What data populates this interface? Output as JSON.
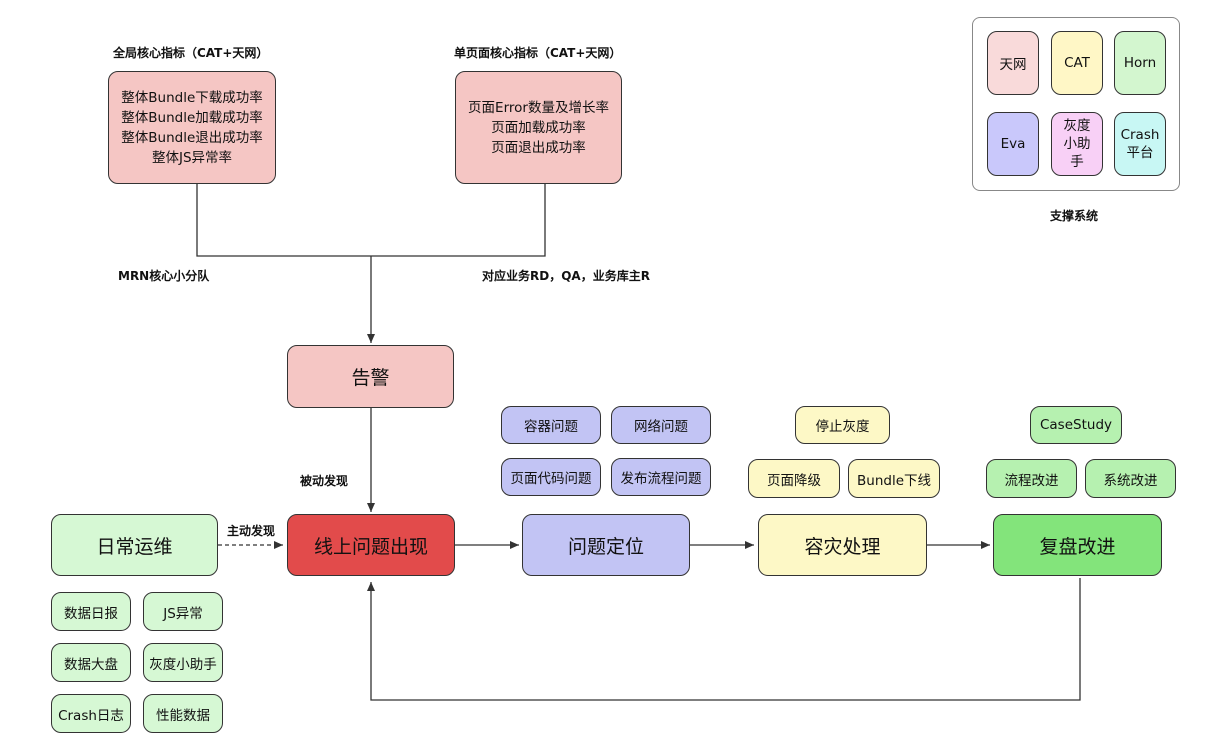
{
  "global_metrics": {
    "title": "全局核心指标（CAT+天网）",
    "items": [
      "整体Bundle下载成功率",
      "整体Bundle加载成功率",
      "整体Bundle退出成功率",
      "整体JS异常率"
    ]
  },
  "page_metrics": {
    "title": "单页面核心指标（CAT+天网）",
    "items": [
      "页面Error数量及增长率",
      "页面加载成功率",
      "页面退出成功率"
    ]
  },
  "support": {
    "label": "支撑系统",
    "items": [
      "天网",
      "CAT",
      "Horn",
      "Eva",
      "灰度小助手",
      "Crash平台"
    ]
  },
  "edge_labels": {
    "mrn": "MRN核心小分队",
    "rd": "对应业务RD，QA，业务库主R",
    "passive": "被动发现",
    "active": "主动发现"
  },
  "nodes": {
    "alarm": "告警",
    "daily": "日常运维",
    "issue": "线上问题出现",
    "locate": "问题定位",
    "disaster": "容灾处理",
    "review": "复盘改进"
  },
  "daily_tools": [
    "数据日报",
    "JS异常",
    "数据大盘",
    "灰度小助手",
    "Crash日志",
    "性能数据"
  ],
  "problem_types": [
    "容器问题",
    "网络问题",
    "页面代码问题",
    "发布流程问题"
  ],
  "disaster_actions": [
    "停止灰度",
    "页面降级",
    "Bundle下线"
  ],
  "review_items": [
    "CaseStudy",
    "流程改进",
    "系统改进"
  ]
}
